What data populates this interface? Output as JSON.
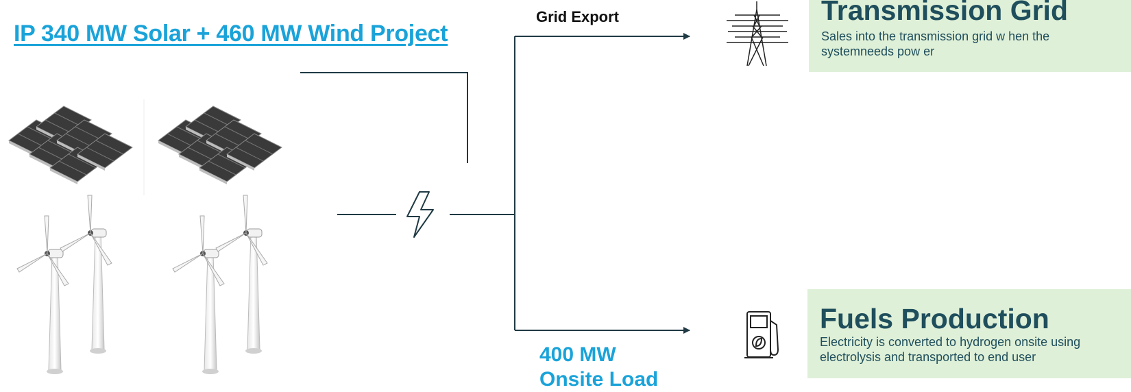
{
  "title": "IP 340 MW Solar + 460 MW Wind Project",
  "grid_export_label": "Grid Export",
  "onsite_load": {
    "line1": "400 MW",
    "line2": "Onsite Load"
  },
  "transmission": {
    "title": "Transmission Grid",
    "description": "Sales into the transmission grid w hen the systemneeds pow er"
  },
  "fuels": {
    "title": "Fuels Production",
    "description": "Electricity is converted to hydrogen onsite using electrolysis and transported to end user"
  },
  "colors": {
    "title_blue": "#1aa3d9",
    "dark_teal": "#1f4e5c",
    "box_green": "#dff0d8",
    "line_dark": "#1f3a44"
  },
  "icons": [
    "solar-panel-icon",
    "wind-turbine-icon",
    "lightning-bolt-icon",
    "transmission-tower-icon",
    "fuel-pump-icon"
  ]
}
